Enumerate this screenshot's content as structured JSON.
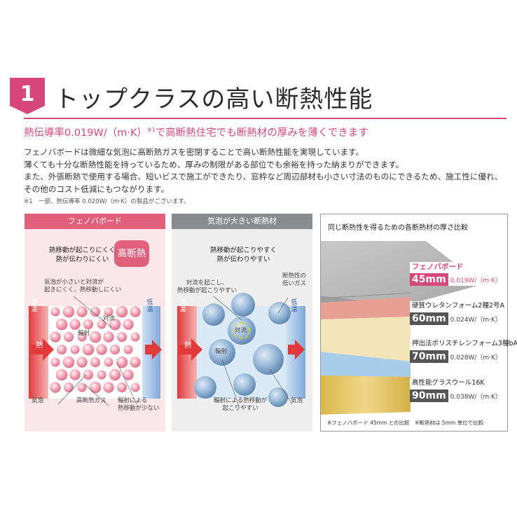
{
  "header": {
    "number": "1",
    "title": "トップクラスの高い断熱性能",
    "subtitle_main": "熱伝導率0.019W/（m·K）",
    "subtitle_note_mark": "※1",
    "subtitle_rest": "で高断熱住宅でも断熱材の厚みを薄くできます",
    "accent_color": "#d6477a"
  },
  "body": {
    "lines": [
      "フェノバボードは微細な気泡に高断熱ガスを密閉することで高い断熱性能を実現しています。",
      "薄くても十分な断熱性能を持っているため、厚みの制限がある部位でも余裕を持った納まりができます。",
      "また、外張断熱で使用する場合、短いビスで施工ができたり、窓枠など周辺部材も小さい寸法のものにできるため、施工性に優れ、",
      "その他のコスト低減にもつながります。"
    ],
    "footnote": "※1　一部、熱伝導率 0.020W/（m·K）の製品がございます。"
  },
  "panel_small": {
    "title": "フェノバボード",
    "lead": [
      "熱移動が起こりにくく",
      "熱が伝わりにくい"
    ],
    "badge": "高断熱",
    "note": [
      "気泡が小さいと対流が",
      "起きにくく、熱移動しにくい"
    ],
    "hot": "高温",
    "cold": "低温",
    "heat": "熱",
    "convection": "対流",
    "radiation": "輻射",
    "label_bubble": "気泡",
    "label_gas": "高断熱ガス",
    "label_radiation": [
      "輻射による",
      "熱移動が少ない"
    ]
  },
  "panel_large": {
    "title": "気泡が大きい断熱材",
    "lead": [
      "熱移動が起こりやすく",
      "熱が伝わりやすい"
    ],
    "label_convection": [
      "対流を起こし、",
      "熱移動が起こりやすい"
    ],
    "label_gas": [
      "断熱性の",
      "低いガス"
    ],
    "hot": "高温",
    "cold": "低温",
    "heat": "熱",
    "convection": "対流",
    "radiation": "輻射",
    "label_radiation": [
      "輻射による熱移動が",
      "起こりやすい"
    ],
    "label_bubble": "気泡"
  },
  "comparison": {
    "title": "同じ断熱性を得るための各断熱材の厚さ比較",
    "materials": [
      {
        "name": "フェノバボード",
        "thickness": "45mm",
        "conductivity": "0.019W/（m·K）",
        "highlight": true,
        "color": "#c8c8c8"
      },
      {
        "name": "硬質ウレタンフォーム2種2号A",
        "thickness": "60mm",
        "conductivity": "0.024W/（m·K）",
        "highlight": false,
        "color": "#e79f93"
      },
      {
        "name": "押出法ポリスチレンフォーム3種bA",
        "thickness": "70mm",
        "conductivity": "0.028W/（m·K）",
        "highlight": false,
        "color": "#f3e4b7"
      },
      {
        "name": "高性能グラスウール16K",
        "thickness": "90mm",
        "conductivity": "0.038W/（m·K）",
        "highlight": false,
        "color": "#a9cde9"
      }
    ],
    "note": "※フェノバボード 45mm との比較　※断熱材は 5mm 単位で比較"
  }
}
